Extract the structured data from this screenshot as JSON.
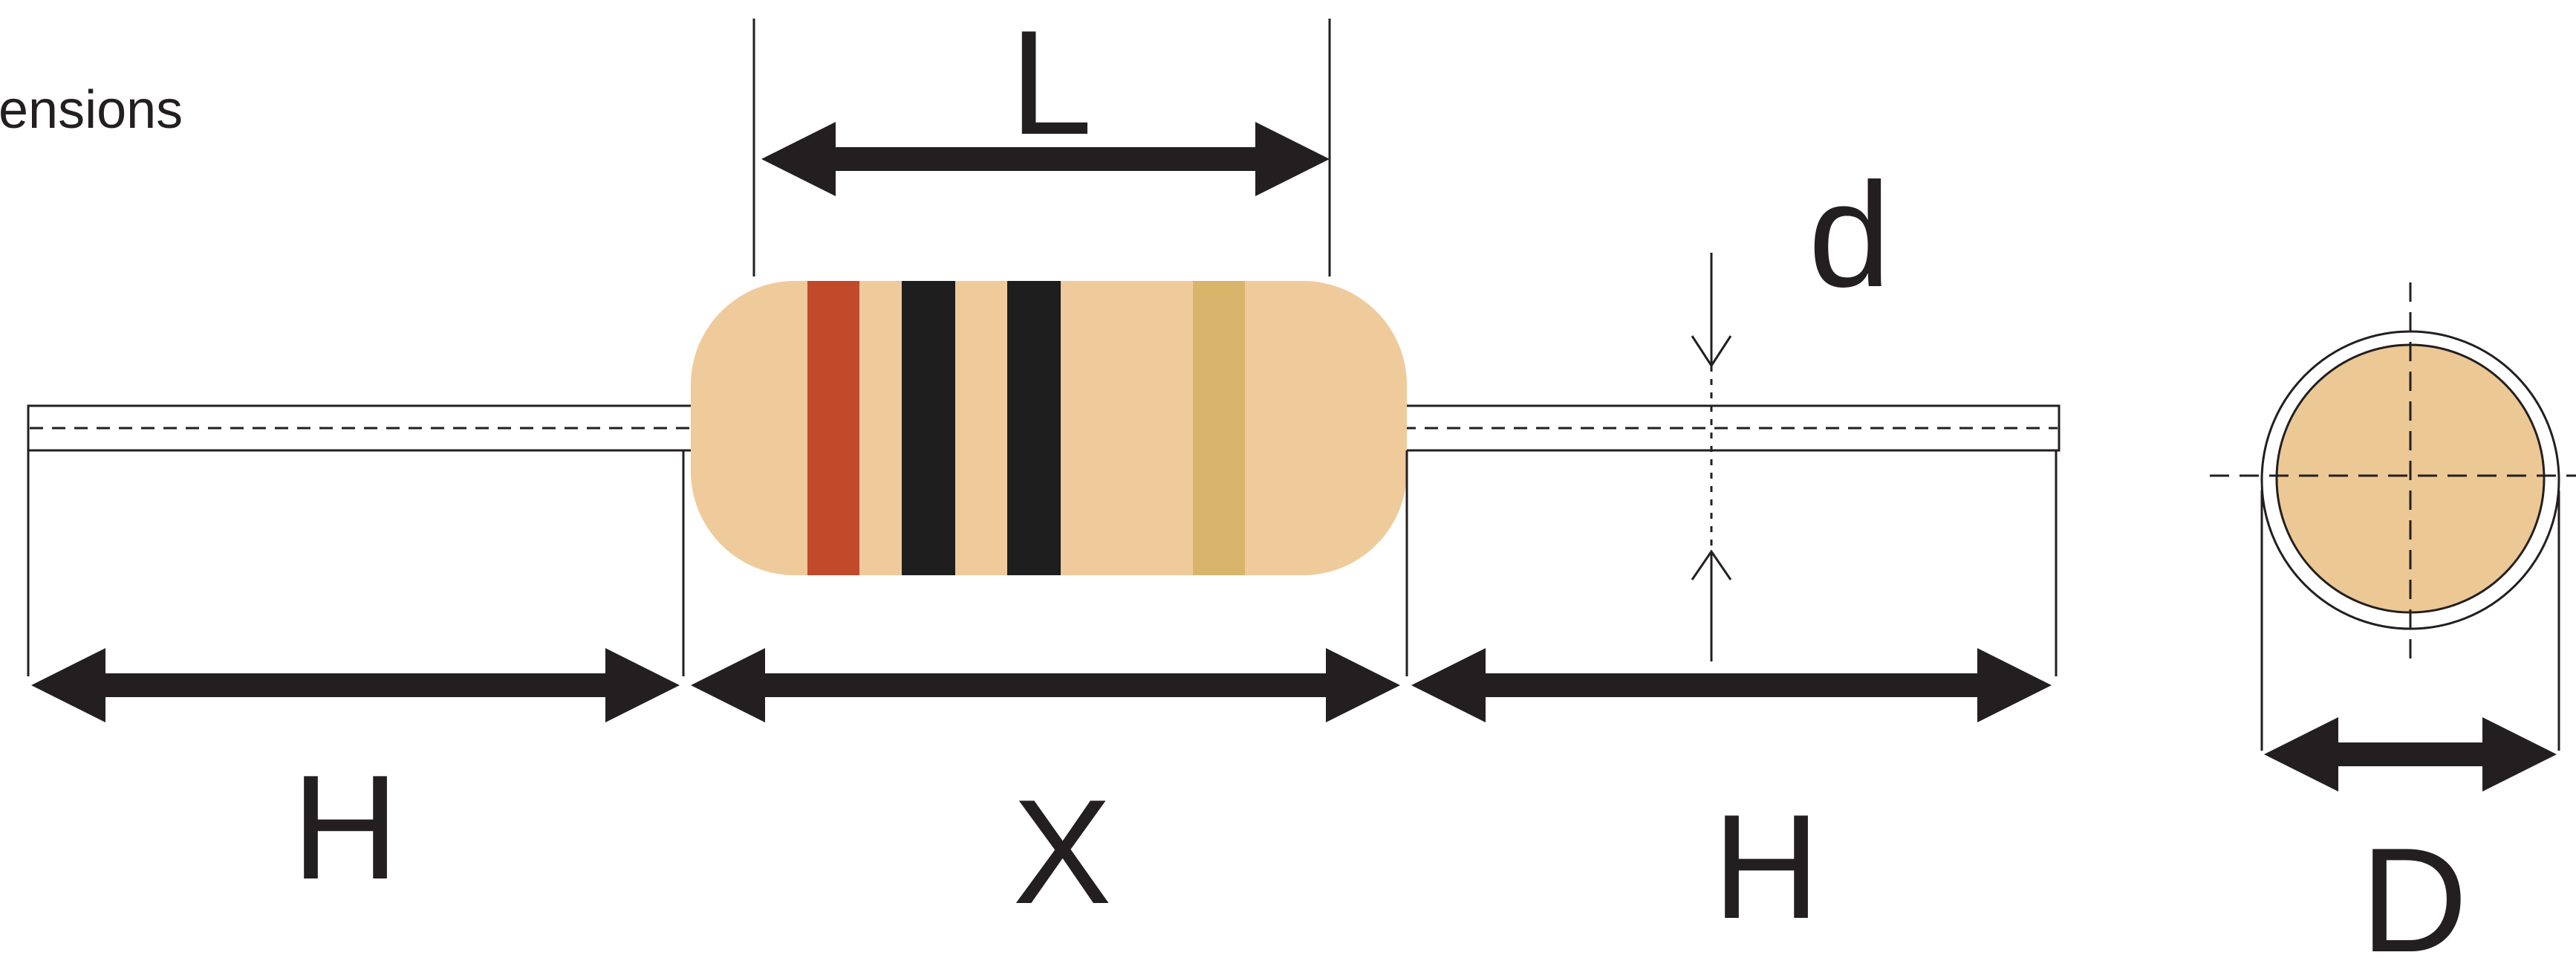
{
  "title": "ensions",
  "labels": {
    "body_length": "L",
    "lead_diameter": "d",
    "lead_length_left": "H",
    "body_span": "X",
    "lead_length_right": "H",
    "body_diameter": "D"
  },
  "colors": {
    "body": "#EFCB9B",
    "end_view_fill": "#ECC894",
    "band_1": "#C04A2A",
    "band_2": "#1E1E1E",
    "band_3": "#1E1E1E",
    "band_4": "#D9B56C",
    "lines": "#231F20"
  }
}
